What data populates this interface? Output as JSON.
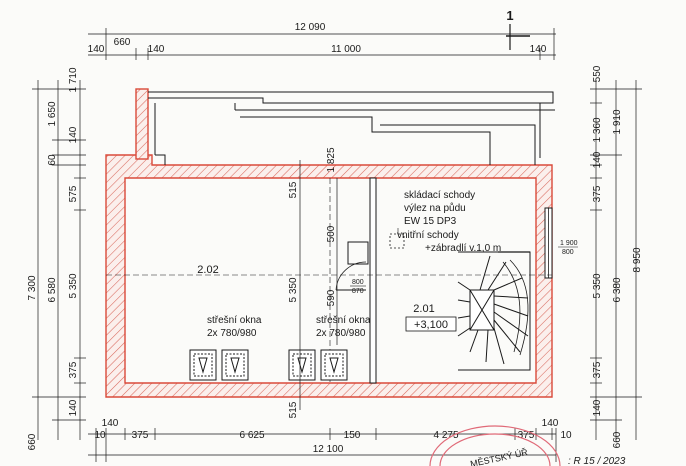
{
  "dimensions": {
    "top_total": "12 090",
    "top_left_a": "660",
    "top_left_b": "140",
    "top_left_c": "140",
    "top_inner": "11 000",
    "top_right": "140",
    "bottom_total": "12 100",
    "bottom_parts": [
      "10",
      "140",
      "375",
      "6 625",
      "150",
      "4 275",
      "375",
      "140",
      "10"
    ],
    "left_outer_total": "7 300",
    "left_outer_top": "1 710",
    "left_outer_bottom": "660",
    "left_mid_a": "1 650",
    "left_mid_b": "60",
    "left_mid_total": "6 580",
    "left_inner_140_top": "140",
    "left_inner_575": "575",
    "left_inner_5350": "5 350",
    "left_inner_375": "375",
    "left_inner_140_bottom": "140",
    "right_inner_550": "550",
    "right_inner_1360": "1 360",
    "right_inner_140": "140",
    "right_inner_375_top": "375",
    "right_inner_5350": "5 350",
    "right_inner_375_bottom": "375",
    "right_inner_140_bottom": "140",
    "right_mid_1910": "1 910",
    "right_mid_6380": "6 380",
    "right_mid_660": "660",
    "right_outer_8950": "8 950",
    "center_515_top": "515",
    "center_1825": "1 825",
    "center_500": "500",
    "center_5350": "5 350",
    "center_590": "590",
    "center_515_bottom": "515",
    "door_800": "800",
    "door_870": "870",
    "window_1900": "1 900",
    "window_800": "800"
  },
  "rooms": {
    "r1_name": "2.02",
    "r2_name": "2.01",
    "r2_level": "+3,100"
  },
  "notes": {
    "attic_stairs_1": "skládací schody",
    "attic_stairs_2": "výlez na půdu",
    "attic_stairs_3": "EW 15 DP3",
    "inner_stairs_1": "vnitřní schody",
    "inner_stairs_2": "+zábradlí v.1,0 m",
    "roof_windows_a1": "střešní okna",
    "roof_windows_a2": "2x 780/980",
    "roof_windows_b1": "střešní okna",
    "roof_windows_b2": "2x 780/980"
  },
  "marks": {
    "section_mark": "1"
  },
  "colors": {
    "wall": "#d94a3a",
    "hatch": "#e07a6e",
    "line": "#1a1a1a",
    "stamp": "#e06a78"
  }
}
